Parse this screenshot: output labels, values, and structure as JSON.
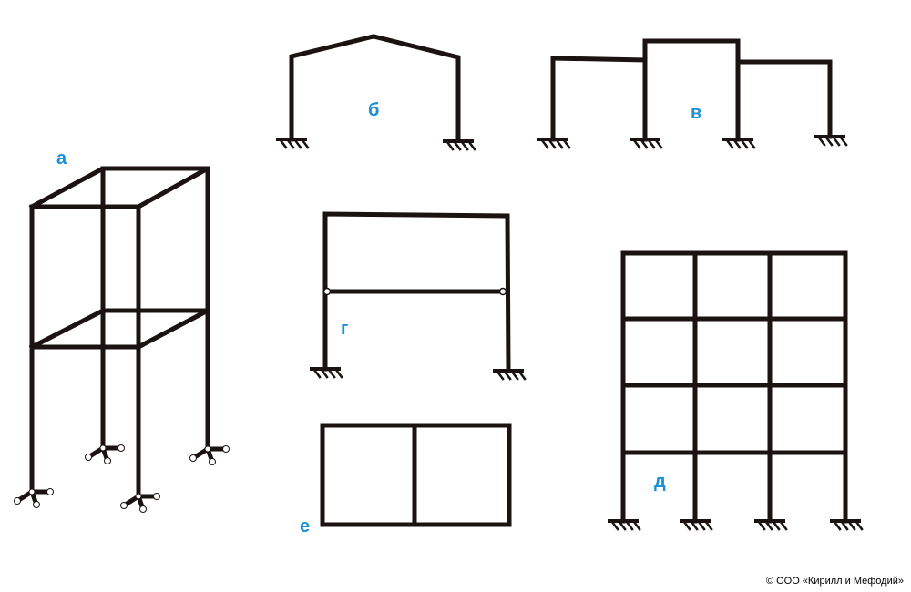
{
  "labels": {
    "a": "а",
    "b": "б",
    "v": "в",
    "g": "г",
    "d": "д",
    "e": "е"
  },
  "copyright": "© ООО «Кирилл и Мефодий»",
  "colors": {
    "line": "#1a1311",
    "label": "#1b8fd8"
  }
}
